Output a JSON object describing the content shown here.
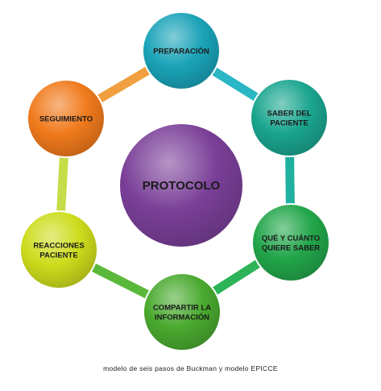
{
  "center": {
    "label": "PROTOCOLO",
    "color": "#7a3f98"
  },
  "steps": [
    {
      "lines": [
        "PREPARACIÓN"
      ],
      "color": "#1aa3b8"
    },
    {
      "lines": [
        "SABER DEL",
        "PACIENTE"
      ],
      "color": "#1aa58f"
    },
    {
      "lines": [
        "QUÉ Y CUÁNTO",
        "QUIERE SABER"
      ],
      "color": "#22a64a"
    },
    {
      "lines": [
        "COMPARTIR LA",
        "INFORMACIÓN"
      ],
      "color": "#4aaa2f"
    },
    {
      "lines": [
        "REACCIONES",
        "PACIENTE"
      ],
      "color": "#cddc1c"
    },
    {
      "lines": [
        "SEGUIMIENTO"
      ],
      "color": "#f07a1c"
    }
  ],
  "ring_colors": [
    "#2ab6c4",
    "#20b0a0",
    "#2db358",
    "#5ab93a",
    "#c6dc48",
    "#f0a040"
  ],
  "caption": "modelo de seis pasos de Buckman y modelo EPICCE"
}
